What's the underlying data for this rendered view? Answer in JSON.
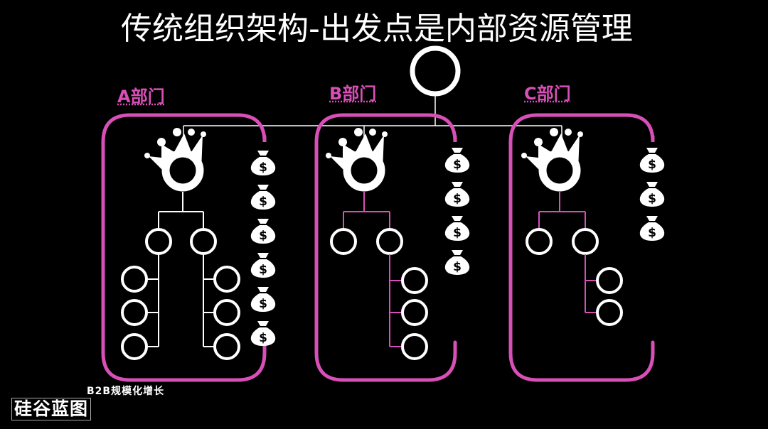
{
  "title": "传统组织架构-出发点是内部资源管理",
  "departments": [
    {
      "label": "A部门",
      "money_bags": 6,
      "line_color": "#ffffff"
    },
    {
      "label": "B部门",
      "money_bags": 4,
      "line_color": "#d94fb8"
    },
    {
      "label": "C部门",
      "money_bags": 3,
      "line_color": "#d94fb8"
    }
  ],
  "colors": {
    "accent": "#d94fb8",
    "foreground": "#ffffff",
    "background": "#000000"
  },
  "money_symbol": "$",
  "watermark": {
    "tagline": "B2B规模化增长",
    "logo": "硅谷蓝图"
  }
}
